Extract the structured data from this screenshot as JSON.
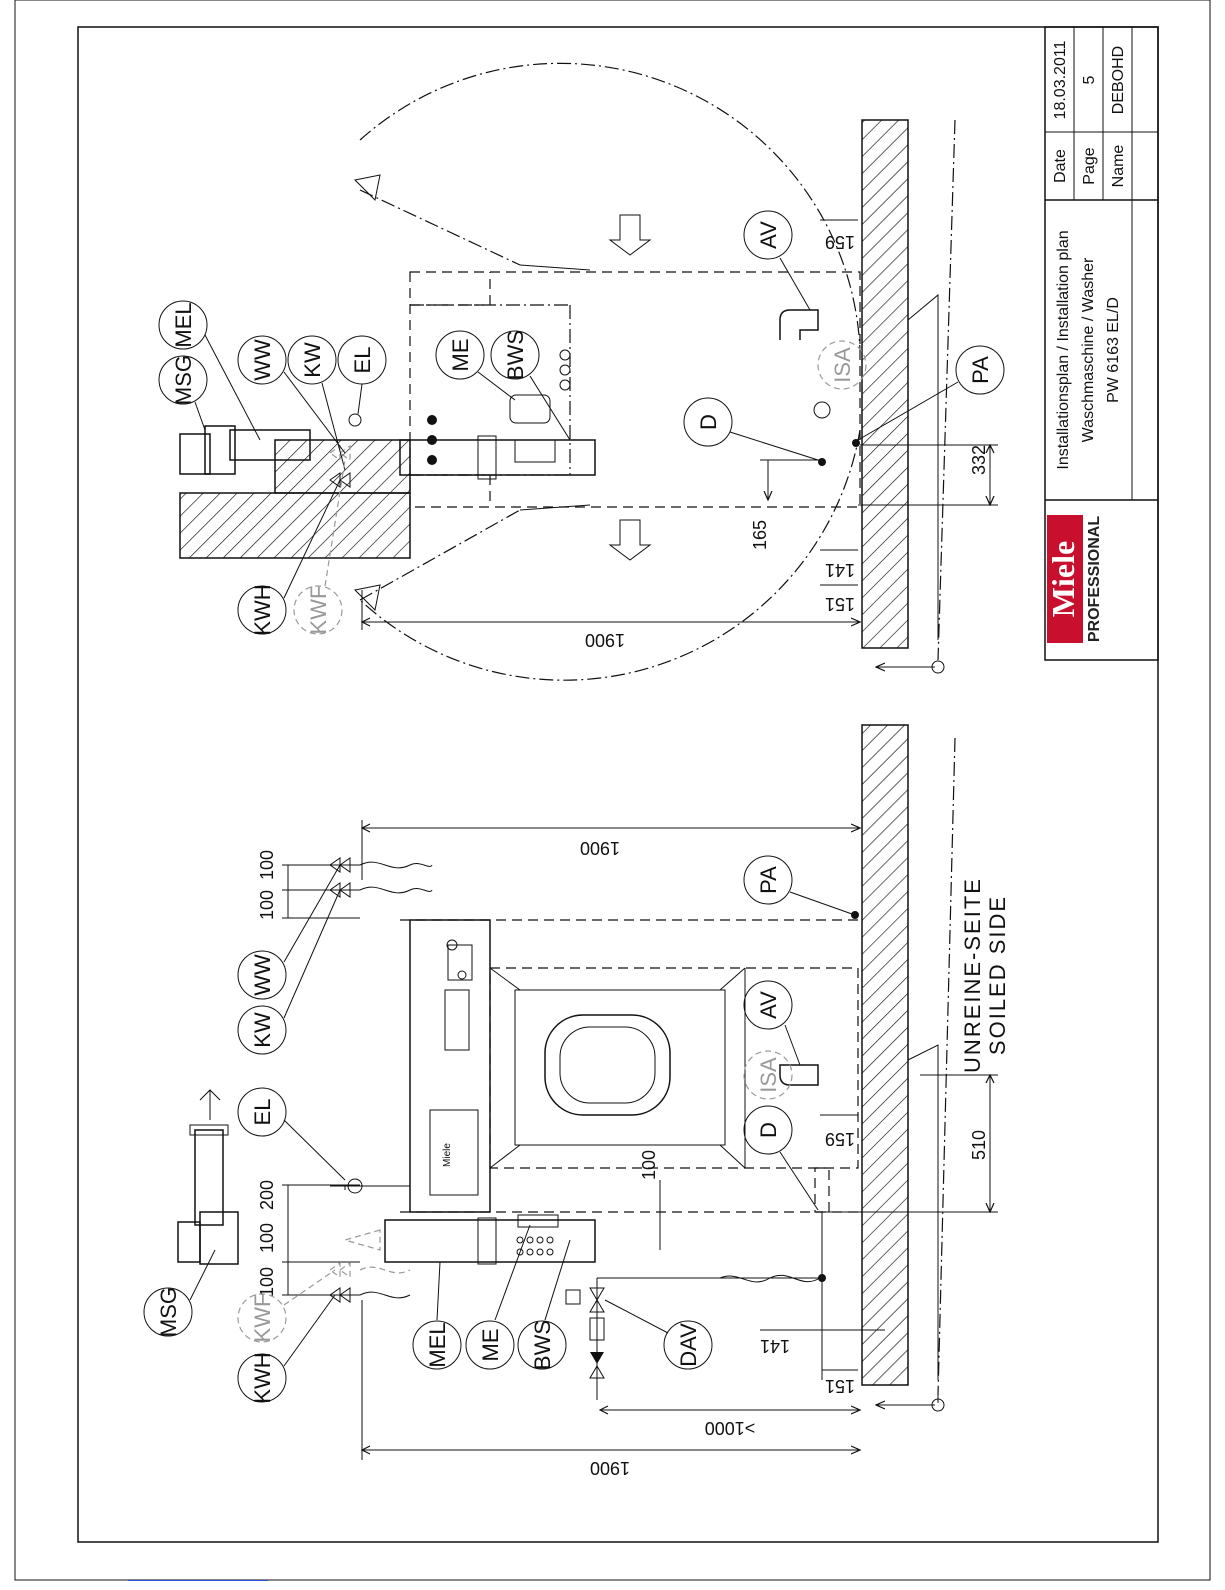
{
  "title_block": {
    "brand": "Miele",
    "sub_brand": "PROFESSIONAL",
    "brand_color": "#c8102e",
    "plan_title": "Installationsplan / Installation plan",
    "machine": "Waschmaschine / Washer",
    "model": "PW 6163 EL/D",
    "date_label": "Date",
    "date_value": "18.03.2011",
    "page_label": "Page",
    "page_value": "5",
    "name_label": "Name",
    "name_value": "DEBOHD"
  },
  "front_view": {
    "labels": [
      "MSG",
      "KWH",
      "KWF",
      "EL",
      "KW",
      "WW",
      "MEL",
      "ME",
      "BWS",
      "DAV",
      "D",
      "ISA",
      "AV",
      "PA"
    ],
    "side_label_1": "UNREINE-SEITE",
    "side_label_2": "SOILED SIDE",
    "dims": [
      "1900",
      "1900",
      ">1000",
      "510",
      "100",
      "100",
      "100",
      "200",
      "100",
      "100",
      "159",
      "141",
      "151"
    ]
  },
  "side_view": {
    "labels": [
      "MSG",
      "MEL",
      "WW",
      "KW",
      "EL",
      "ME",
      "BWS",
      "KWH",
      "KWF",
      "D",
      "ISA",
      "AV",
      "PA"
    ],
    "dims": [
      "1900",
      "165",
      "332",
      "159",
      "141",
      "151"
    ]
  }
}
